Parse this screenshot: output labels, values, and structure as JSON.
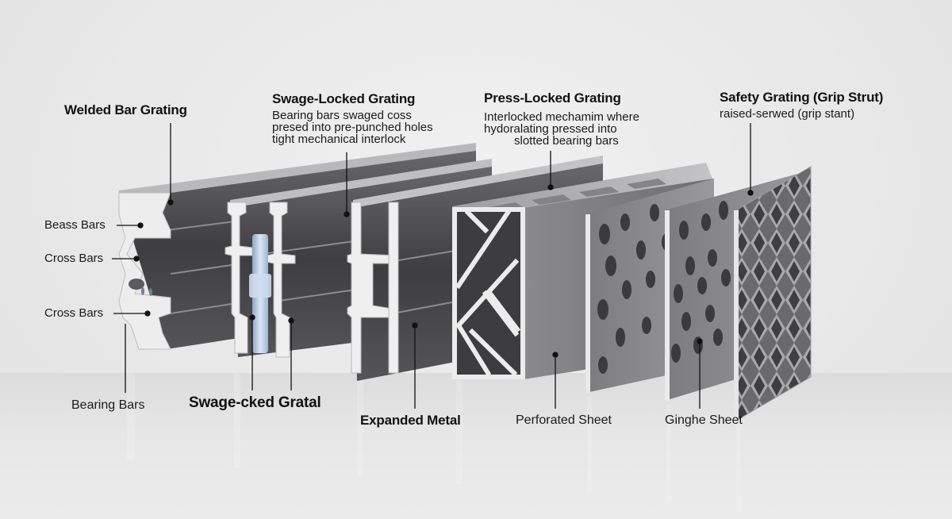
{
  "diagram": {
    "background_color": "#e8e8e8",
    "metal_dark": "#4a4a4c",
    "metal_light": "#d8d8da",
    "leader_color": "#111111",
    "top_labels": [
      {
        "id": "welded",
        "title": "Welded Bar Grating"
      },
      {
        "id": "swage",
        "title": "Swage-Locked Grating",
        "lines": [
          "Bearing bars swaged coss",
          "presed into pre-punched holes",
          "tight mechanical interlock"
        ]
      },
      {
        "id": "press",
        "title": "Press-Locked Grating",
        "lines": [
          "Interlocked mechamim where",
          "hydoralating pressed into",
          "slotted bearing bars"
        ]
      },
      {
        "id": "safety",
        "title": "Safety Grating (Grip Strut)",
        "lines": [
          "raised-serwed (grip stant)"
        ]
      }
    ],
    "side_labels": [
      {
        "text": "Beass Bars"
      },
      {
        "text": "Cross Bars"
      },
      {
        "text": "Cross Bars"
      }
    ],
    "bottom_labels": [
      {
        "text": "Bearing Bars",
        "bold": false
      },
      {
        "text": "Swage-cked Gratal",
        "bold": true
      },
      {
        "text": "Expanded Metal",
        "bold": true
      },
      {
        "text": "Perforated Sheet",
        "bold": false
      },
      {
        "text": "Ginghe Sheet",
        "bold": false
      }
    ]
  }
}
